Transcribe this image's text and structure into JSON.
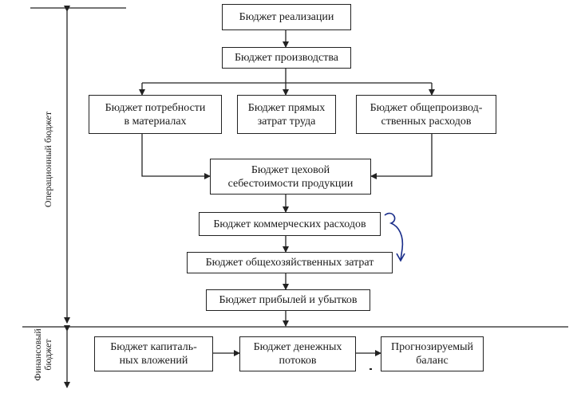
{
  "sections": {
    "operational": "Операционный бюджет",
    "financial": "Финансовый\nбюджет"
  },
  "boxes": {
    "sales": "Бюджет реализации",
    "production": "Бюджет производства",
    "materials": "Бюджет потребности\nв материалах",
    "labor": "Бюджет прямых\nзатрат труда",
    "overhead": "Бюджет общепроизвод-\nственных расходов",
    "cost": "Бюджет цеховой\nсебестоимости продукции",
    "commercial": "Бюджет коммерческих расходов",
    "general": "Бюджет общехозяйственных затрат",
    "profit": "Бюджет прибылей и убытков",
    "capital": "Бюджет капиталь-\nных вложений",
    "cashflow": "Бюджет денежных\nпотоков",
    "balance": "Прогнозируемый\nбаланс"
  }
}
